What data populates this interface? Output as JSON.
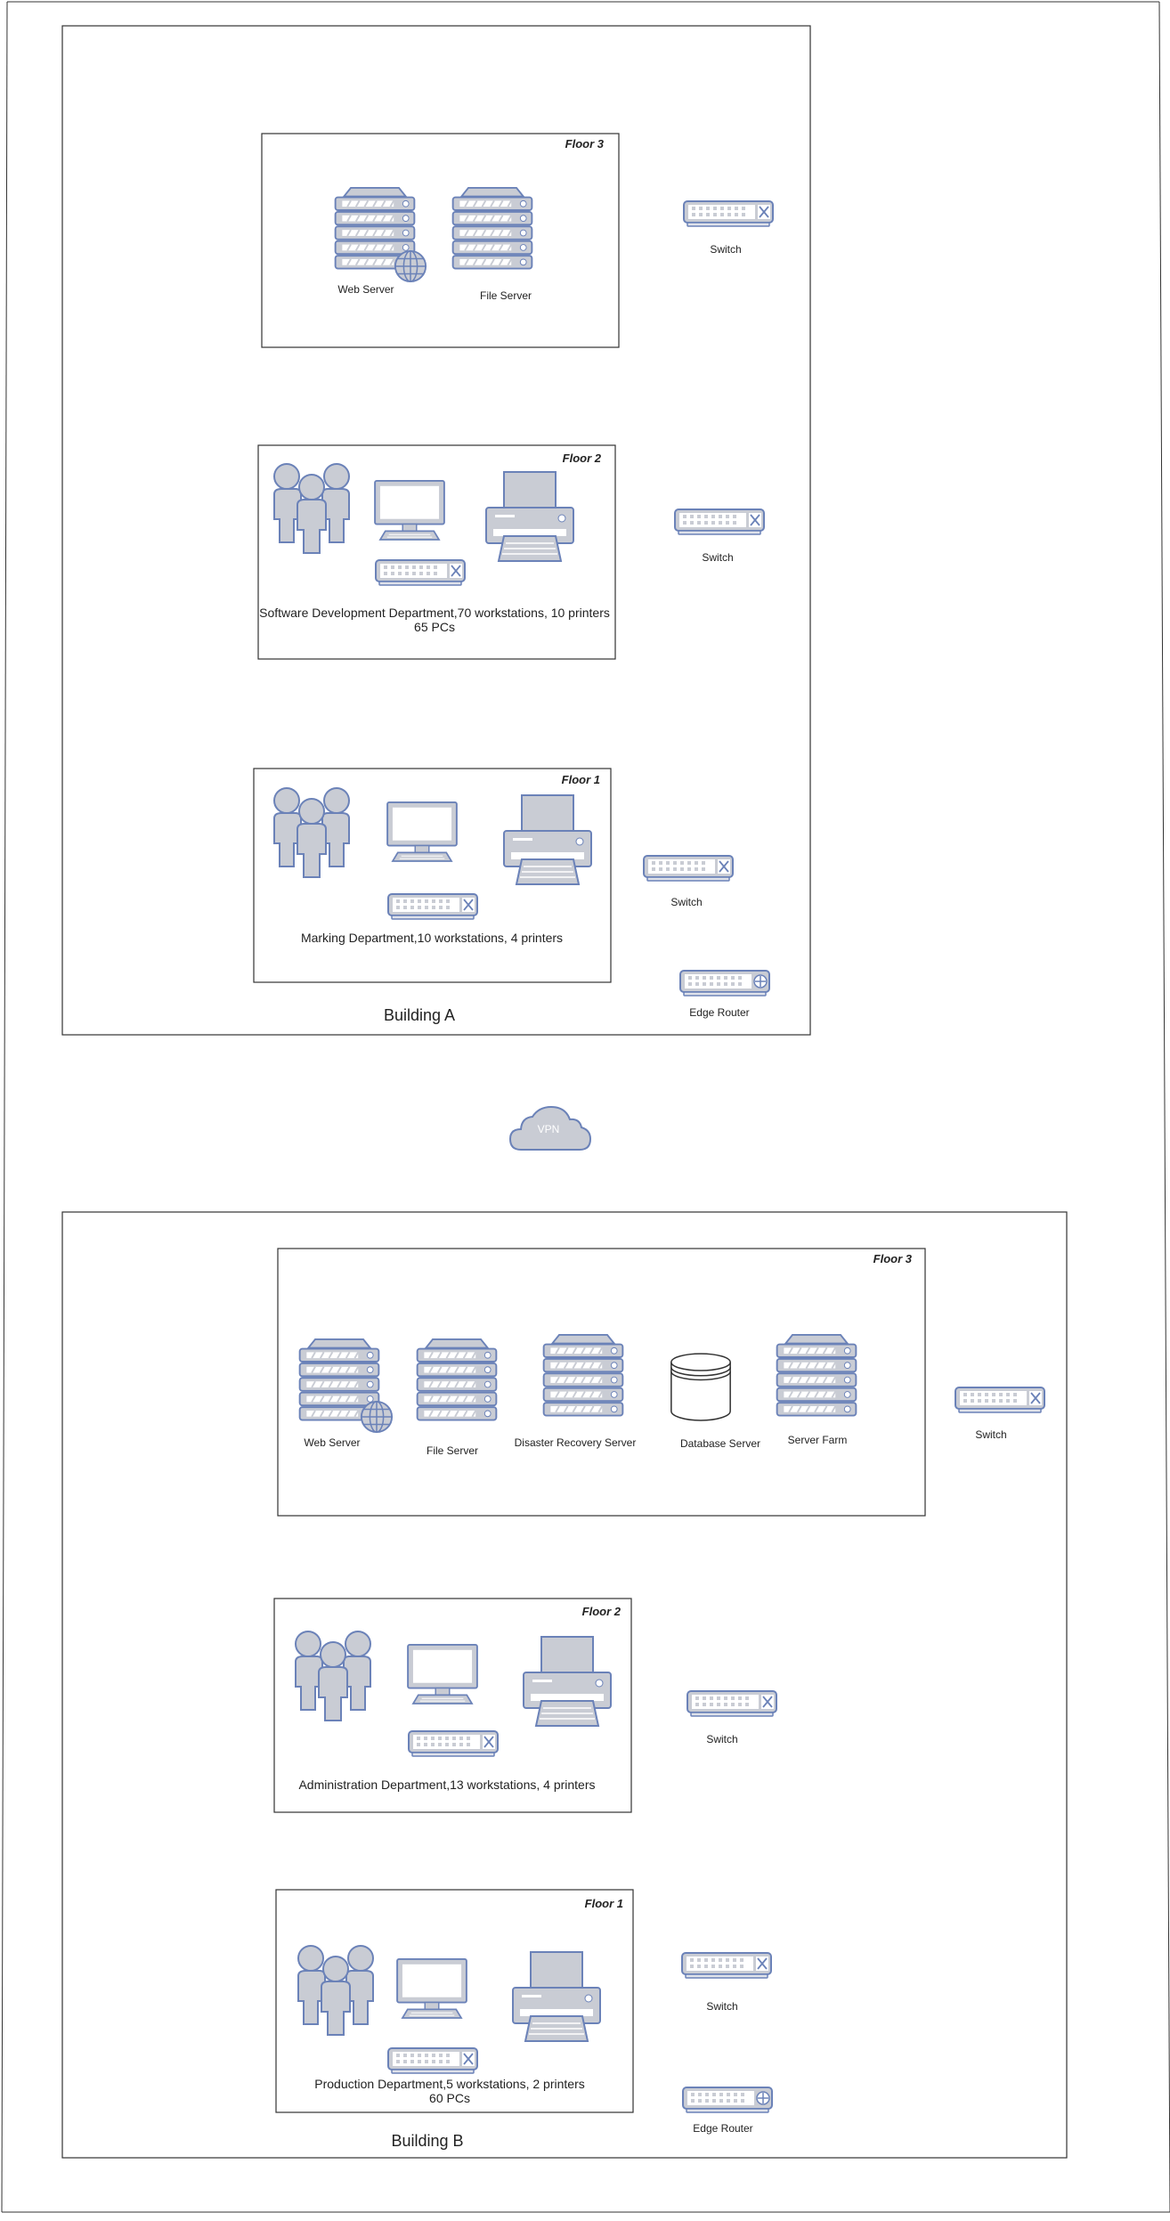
{
  "building_a": {
    "label": "Building A",
    "floor3": {
      "label": "Floor 3",
      "web_server": "Web Server",
      "file_server": "File Server",
      "switch": "Switch"
    },
    "floor2": {
      "label": "Floor 2",
      "caption1": "Software Development Department,70 workstations, 10 printers",
      "caption2": "65 PCs",
      "switch": "Switch"
    },
    "floor1": {
      "label": "Floor 1",
      "caption": "Marking Department,10 workstations, 4 printers",
      "switch": "Switch"
    },
    "edge_router": "Edge Router"
  },
  "vpn": {
    "label": "VPN"
  },
  "building_b": {
    "label": "Building B",
    "floor3": {
      "label": "Floor 3",
      "web_server": "Web Server",
      "file_server": "File Server",
      "dr_server": "Disaster Recovery Server",
      "db_server": "Database Server",
      "server_farm": "Server Farm",
      "switch": "Switch"
    },
    "floor2": {
      "label": "Floor 2",
      "caption": "Administration Department,13 workstations, 4 printers",
      "switch": "Switch"
    },
    "floor1": {
      "label": "Floor 1",
      "caption1": "Production Department,5 workstations, 2 printers",
      "caption2": "60 PCs",
      "switch": "Switch"
    },
    "edge_router": "Edge Router"
  },
  "colors": {
    "icon_fill": "#c9ccd4",
    "icon_stroke": "#6b82b8",
    "line": "#333333"
  }
}
